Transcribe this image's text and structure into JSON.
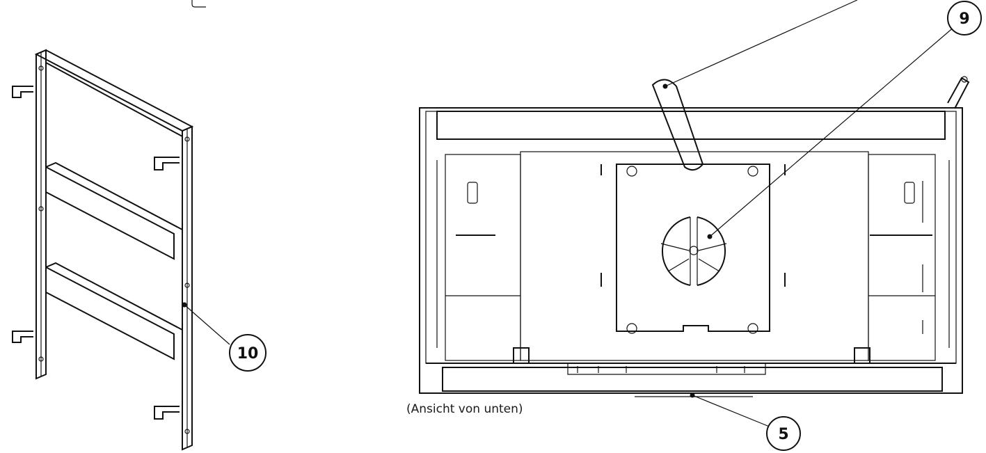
{
  "callouts": [
    {
      "id": "callout-10",
      "label": "10"
    },
    {
      "id": "callout-9",
      "label": "9"
    },
    {
      "id": "callout-5",
      "label": "5"
    }
  ],
  "caption": "(Ansicht von unten)",
  "colors": {
    "stroke": "#111111",
    "background": "#ffffff"
  }
}
